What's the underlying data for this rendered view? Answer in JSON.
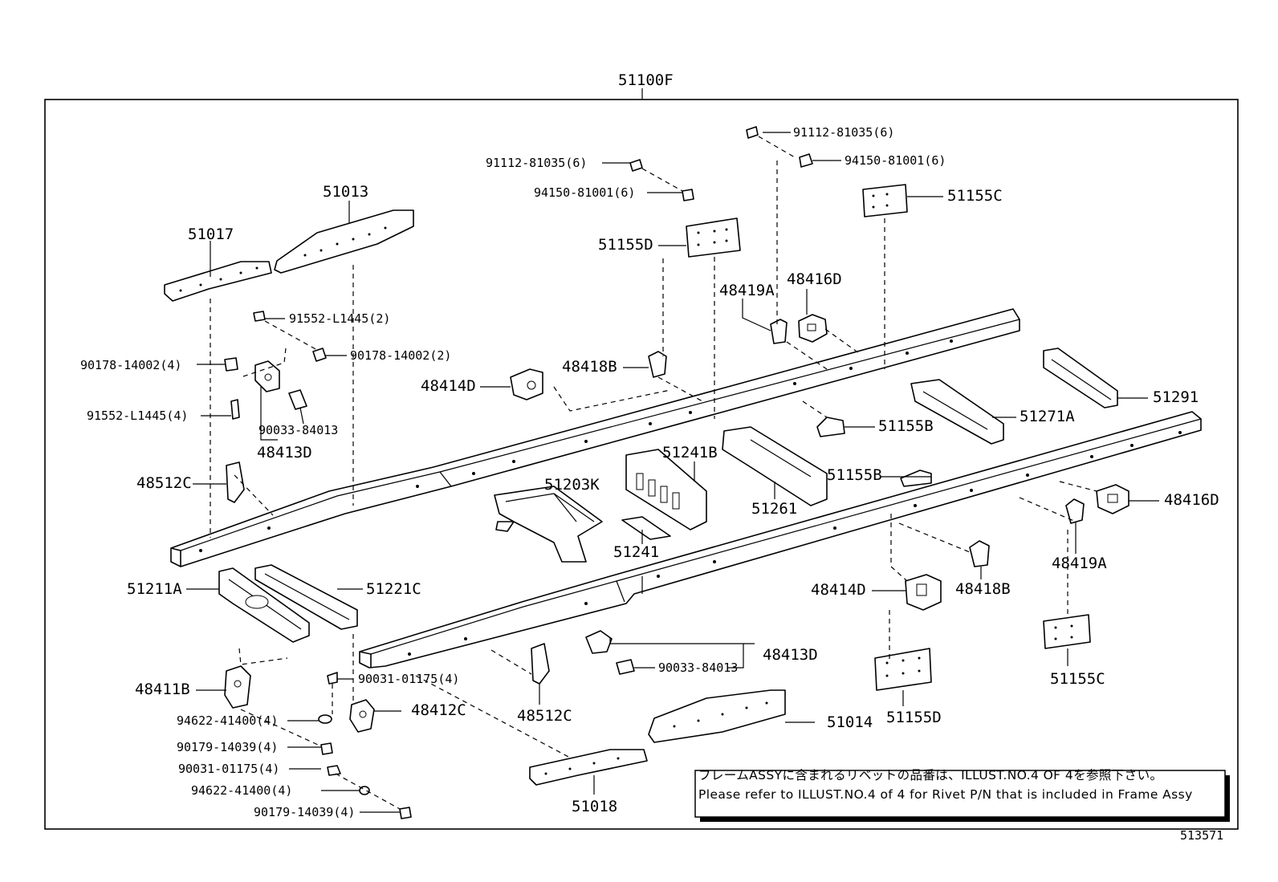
{
  "diagram": {
    "assembly_label": "51100F",
    "labels": {
      "p51013": "51013",
      "p51017": "51017",
      "bolt_91552_2": "91552-L1445(2)",
      "nut_90178_4": "90178-14002(4)",
      "nut_90178_2": "90178-14002(2)",
      "bolt_91552_4": "91552-L1445(4)",
      "collar_90033_top": "90033-84013",
      "p48413d_top": "48413D",
      "p48512c_top": "48512C",
      "bolt_91112_mid": "91112-81035(6)",
      "nut_94150_mid": "94150-81001(6)",
      "bolt_91112_top": "91112-81035(6)",
      "nut_94150_top": "94150-81001(6)",
      "p51155c_top": "51155C",
      "p51155d_top": "51155D",
      "p48419a_top": "48419A",
      "p48416d_top": "48416D",
      "p48418b_top": "48418B",
      "p48414d_top": "48414D",
      "p51291": "51291",
      "p51271a": "51271A",
      "p51155b_top": "51155B",
      "p51241b": "51241B",
      "p51203k": "51203K",
      "p51155b_mid": "51155B",
      "p51261": "51261",
      "p51241": "51241",
      "p48416d_right": "48416D",
      "p48419a_right": "48419A",
      "p48414d_right": "48414D",
      "p48418b_right": "48418B",
      "p51211a": "51211A",
      "p51221c": "51221C",
      "p48411b": "48411B",
      "bolt_90031_a": "90031-01175(4)",
      "p48412c": "48412C",
      "washer_94622_a": "94622-41400(4)",
      "nut_90179_a": "90179-14039(4)",
      "bolt_90031_b": "90031-01175(4)",
      "washer_94622_b": "94622-41400(4)",
      "nut_90179_b": "90179-14039(4)",
      "p48413d_bottom": "48413D",
      "collar_90033_bottom": "90033-84013",
      "p48512c_bottom": "48512C",
      "p51014": "51014",
      "p51018": "51018",
      "p51155d_bottom": "51155D",
      "p51155c_bottom": "51155C"
    },
    "note": {
      "line_ja": "フレームASSYに含まれるリベットの品番は、ILLUST.NO.4 OF 4を参照下さい。",
      "line_en": "Please refer to ILLUST.NO.4 of 4 for Rivet P/N that is included in Frame Assy"
    },
    "illustration_code": "513571"
  }
}
